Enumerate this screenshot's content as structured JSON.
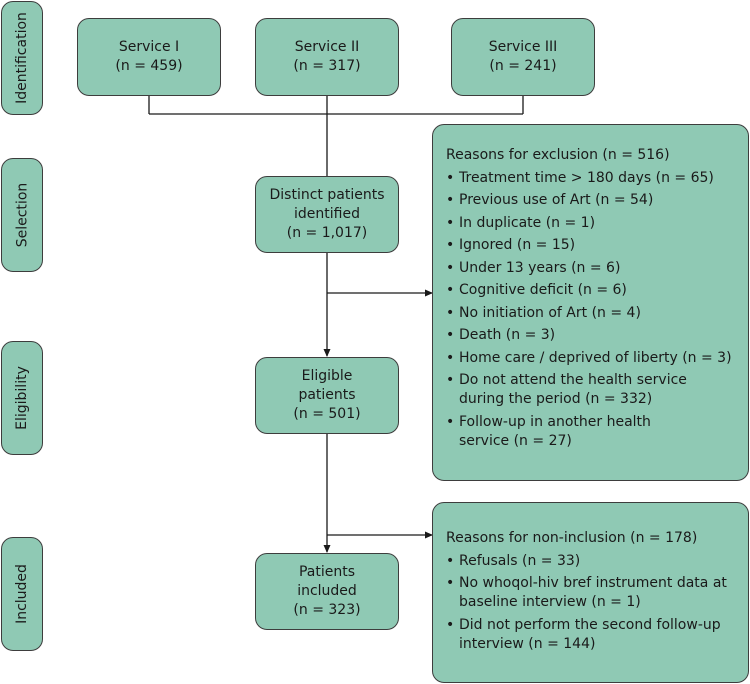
{
  "stages": {
    "identification": "Identification",
    "selection": "Selection",
    "eligibility": "Eligibility",
    "included": "Included"
  },
  "services": [
    {
      "name": "Service I",
      "count": "(n = 459)"
    },
    {
      "name": "Service II",
      "count": "(n = 317)"
    },
    {
      "name": "Service III",
      "count": "(n = 241)"
    }
  ],
  "distinct": {
    "line1": "Distinct patients",
    "line2": "identified",
    "count": "(n = 1,017)"
  },
  "eligible": {
    "line1": "Eligible",
    "line2": "patients",
    "count": "(n = 501)"
  },
  "included": {
    "line1": "Patients",
    "line2": "included",
    "count": "(n = 323)"
  },
  "exclusion": {
    "title": "Reasons for exclusion (n = 516)",
    "items": [
      "Treatment time > 180 days (n = 65)",
      "Previous use of Art (n = 54)",
      "In duplicate (n = 1)",
      "Ignored (n = 15)",
      "Under 13 years (n = 6)",
      "Cognitive deficit (n = 6)",
      "No initiation of Art (n = 4)",
      "Death (n = 3)",
      "Home care / deprived of liberty (n = 3)",
      "Do not attend the health service during the period (n = 332)",
      "Follow-up in another health service (n = 27)"
    ]
  },
  "noninclusion": {
    "title": "Reasons for non-inclusion (n = 178)",
    "items": [
      "Refusals (n = 33)",
      "No whoqol-hiv bref instrument data at baseline interview (n = 1)",
      "Did not perform the second follow-up interview (n = 144)"
    ]
  },
  "bullet": "•"
}
